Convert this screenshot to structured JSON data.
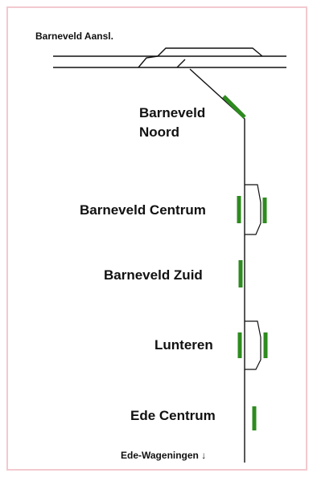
{
  "diagram": {
    "labels": {
      "barneveld_aansl": "Barneveld Aansl.",
      "barneveld_noord_1": "Barneveld",
      "barneveld_noord_2": "Noord",
      "barneveld_centrum": "Barneveld Centrum",
      "barneveld_zuid": "Barneveld Zuid",
      "lunteren": "Lunteren",
      "ede_centrum": "Ede Centrum",
      "ede_wageningen": "Ede-Wageningen ↓"
    },
    "colors": {
      "track": "#111111",
      "platform": "#2e8b1f",
      "border": "#f2c9cf"
    }
  }
}
